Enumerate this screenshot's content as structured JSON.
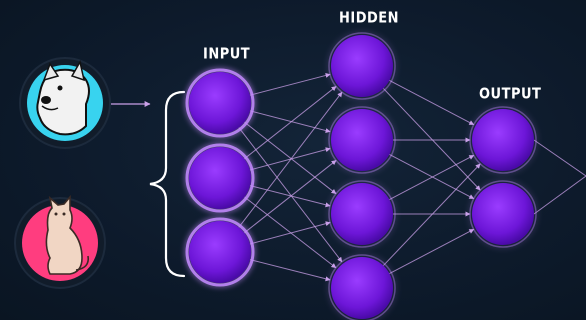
{
  "layers": {
    "input": "INPUT",
    "hidden": "HIDDEN",
    "output": "OUTPUT"
  },
  "icons": [
    "dog-icon",
    "cat-icon"
  ],
  "colors": {
    "background": "#0d1a2b",
    "node": "#7a1fe0",
    "node_glow": "#c48bff",
    "edge": "#c9a0e8",
    "dog_circle": "#38d3ef",
    "cat_circle": "#ff3d7f"
  }
}
